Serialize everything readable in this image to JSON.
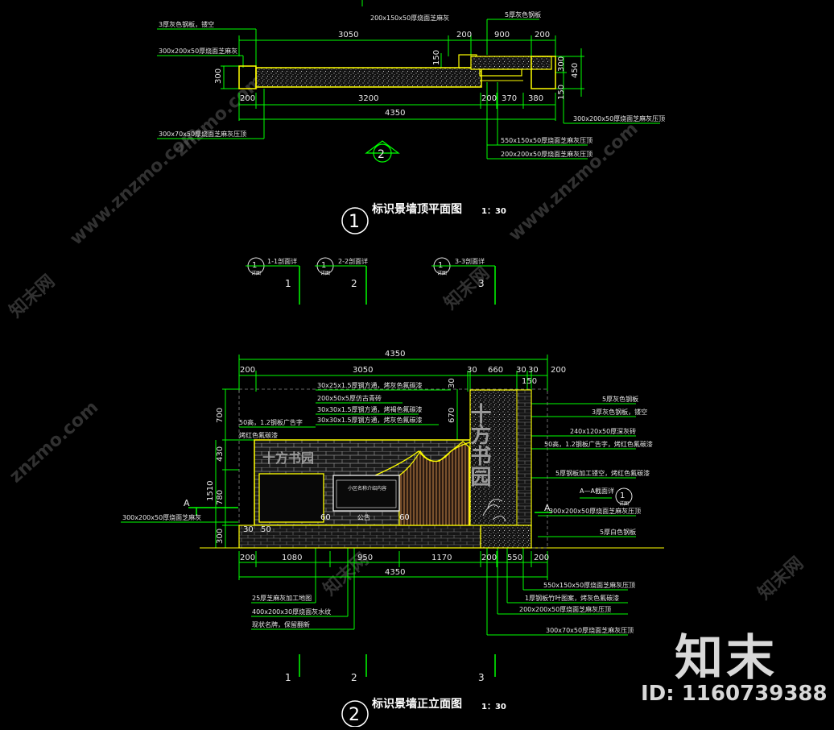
{
  "plan": {
    "title": "标识景墙顶平面图",
    "scale": "1：30",
    "number": "1",
    "section_ref_number": "2",
    "dims_top": [
      "3050",
      "200",
      "900",
      "200"
    ],
    "dims_bottom": [
      "200",
      "3200",
      "200",
      "370",
      "380"
    ],
    "dim_total": "4350",
    "dims_right": [
      "300",
      "450",
      "150"
    ],
    "dim_left": "300",
    "dim_small": "150",
    "notes": [
      "3厚灰色钢板，镂空",
      "300x200x50厚烧面芝麻灰",
      "200x150x50厚烧面芝麻灰",
      "5厚灰色钢板",
      "300x70x50厚烧面芝麻灰压顶",
      "300x200x50厚烧面芝麻灰压顶",
      "550x150x50厚烧面芝麻灰压顶",
      "200x200x50厚烧面芝麻灰压顶"
    ]
  },
  "details": [
    {
      "circle": "1",
      "sub": "详图",
      "label": "1-1剖面详",
      "index": "1"
    },
    {
      "circle": "1",
      "sub": "详图",
      "label": "2-2剖面详",
      "index": "2"
    },
    {
      "circle": "1",
      "sub": "详图",
      "label": "3-3剖面详",
      "index": "3"
    }
  ],
  "elevation": {
    "title": "标识景墙正立面图",
    "scale": "1：30",
    "number": "2",
    "dim_total": "4350",
    "dims_top": [
      "200",
      "3050",
      "30",
      "660",
      "30",
      "30",
      "200"
    ],
    "dim_150": "150",
    "dim_30": "30",
    "dim_670": "670",
    "dims_left": [
      "700",
      "430",
      "1510",
      "780",
      "300"
    ],
    "dims_bottom": [
      "200",
      "1080",
      "950",
      "1170",
      "200",
      "550",
      "200"
    ],
    "inner_dims": [
      "30",
      "50",
      "60",
      "60"
    ],
    "section_mark": "A",
    "section_ref": {
      "circle": "1",
      "sub": "详图",
      "label": "A—A截面详"
    },
    "sign_text": "十方书园",
    "board_text": "公告",
    "board_heading": "小区名称介绍内容",
    "notes_left": [
      "30x25x1.5厚钢方通，烤灰色氟碳漆",
      "200x50x5厚仿古青砖",
      "30x30x1.5厚钢方通，烤褐色氟碳漆",
      "30x30x1.5厚钢方通，烤灰色氟碳漆",
      "50高，1.2钢板广告字",
      "烤红色氟碳漆",
      "300x200x50厚烧面芝麻灰"
    ],
    "notes_right": [
      "5厚灰色钢板",
      "3厚灰色钢板，镂空",
      "240x120x50厚深灰砖",
      "50高，1.2钢板广告字，烤红色氟碳漆",
      "5厚钢板加工镂空，烤红色氟碳漆",
      "300x200x50厚烧面芝麻灰压顶",
      "5厚白色钢板"
    ],
    "notes_bottom": [
      "25厚芝麻灰加工地图",
      "400x200x30厚烧面灰水纹",
      "现状名牌，保留翻新",
      "550x150x50厚烧面芝麻灰压顶",
      "1厚钢板竹叶图案，烤灰色氟碳漆",
      "200x200x50厚烧面芝麻灰压顶",
      "300x70x50厚烧面芝麻灰压顶"
    ],
    "bottom_indices": [
      "1",
      "2",
      "3"
    ]
  },
  "watermark": {
    "text": "znzmo.com",
    "text_cn": "知末网",
    "url": "www.znzmo.com"
  },
  "brand": {
    "logo_text": "知末",
    "id_text": "ID: 1160739388"
  },
  "colors": {
    "background": "#000000",
    "dim_line": "#00ff00",
    "leader": "#ffff00",
    "outline": "#ffff00",
    "text": "#e8e8e8",
    "hatch": "#b0b0b0"
  }
}
